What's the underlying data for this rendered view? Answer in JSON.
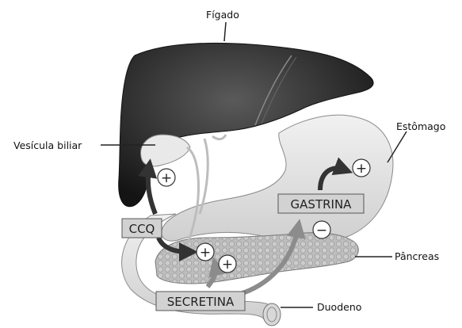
{
  "labels": {
    "liver": "Fígado",
    "gallbladder": "Vesícula biliar",
    "stomach": "Estômago",
    "pancreas": "Pâncreas",
    "duodenum": "Duodeno"
  },
  "hormones": {
    "cck": "CCQ",
    "secretin": "SECRETINA",
    "gastrin": "GASTRINA"
  },
  "signs": {
    "plus": "+",
    "minus": "−"
  },
  "colors": {
    "liver": "#2e2e2e",
    "organ": "#e4e4e4",
    "pancreas": "#b9b9b9",
    "arrow": "#333333",
    "hormone_box": "#d2d2d2"
  }
}
